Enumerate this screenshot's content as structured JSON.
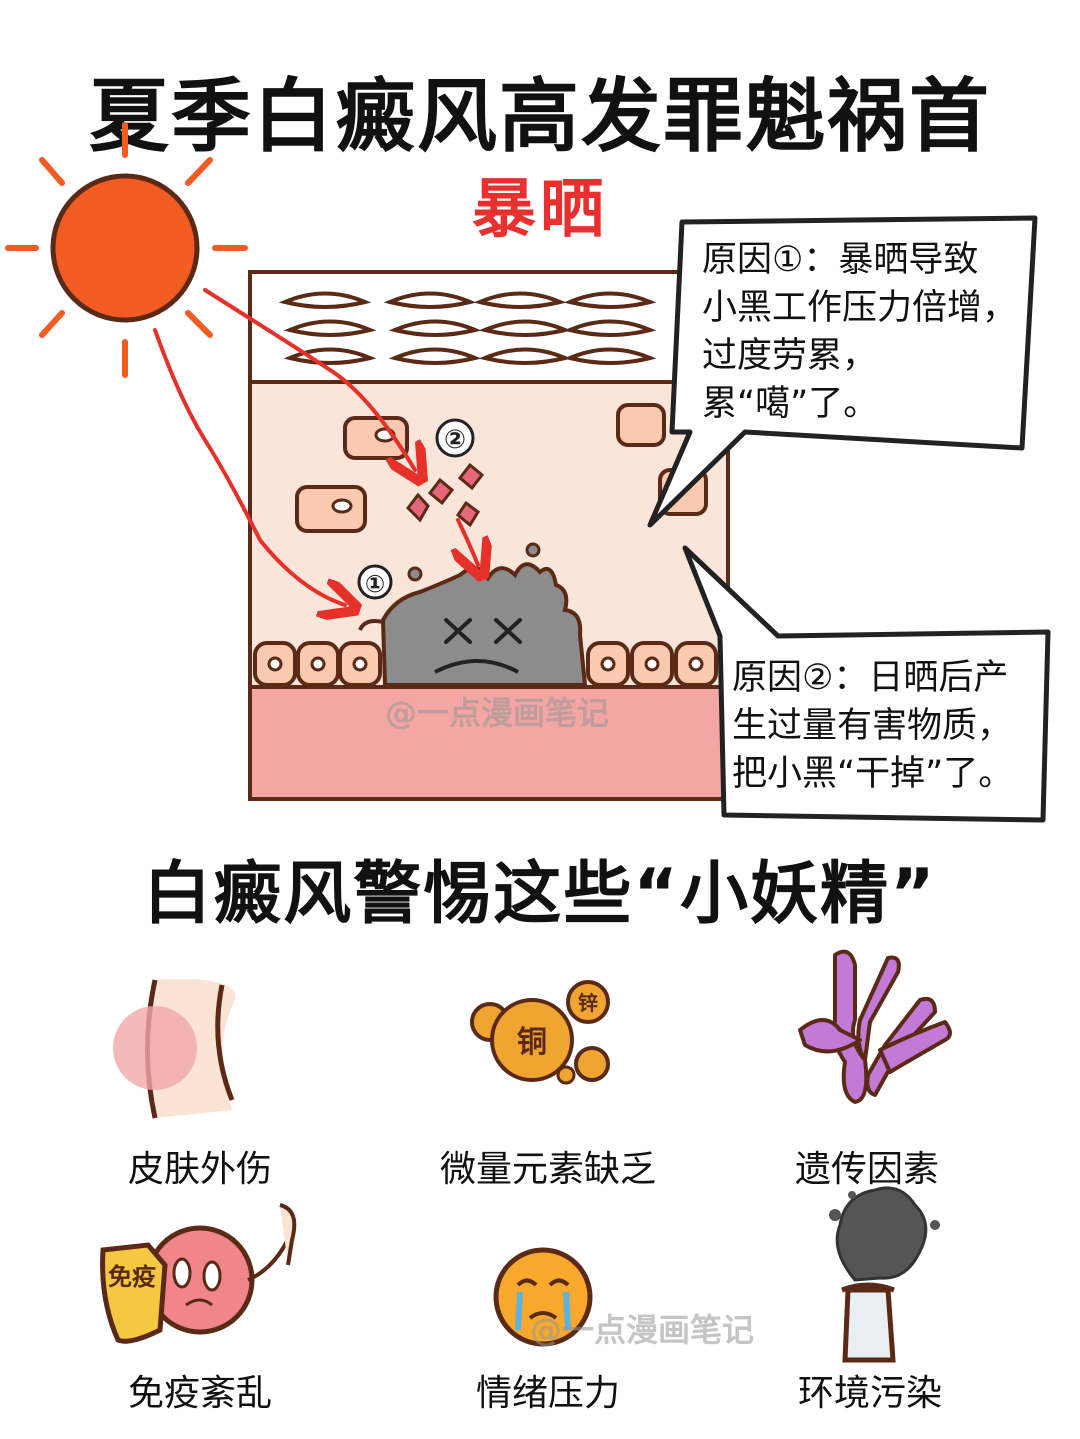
{
  "header": {
    "title": "夏季白癜风高发罪魁祸首",
    "subtitle": "暴晒"
  },
  "diagram": {
    "marker_1": "①",
    "marker_2": "②",
    "bubble_1": [
      "原因①：暴晒导致",
      "小黑工作压力倍增，",
      "过度劳累，",
      "累“噶”了。"
    ],
    "bubble_2": [
      "原因②：日晒后产",
      "生过量有害物质，",
      "把小黑“干掉”了。"
    ],
    "watermark": "@一点漫画笔记"
  },
  "section": {
    "title": "白癜风警惕这些“小妖精”"
  },
  "causes": [
    {
      "label": "皮肤外伤",
      "icon": "skin-wound-icon"
    },
    {
      "label": "微量元素缺乏",
      "icon": "trace-elements-icon",
      "badge_1": "铜",
      "badge_2": "锌"
    },
    {
      "label": "遗传因素",
      "icon": "chromosome-icon"
    },
    {
      "label": "免疫紊乱",
      "icon": "immune-shield-icon",
      "badge": "免疫"
    },
    {
      "label": "情绪压力",
      "icon": "crying-face-icon"
    },
    {
      "label": "环境污染",
      "icon": "smokestack-icon"
    }
  ],
  "footer": {
    "watermark": "@一点漫画笔记"
  },
  "colors": {
    "title_red": "#e8302f",
    "sun": "#f25c22",
    "arrow": "#e6312a",
    "skin_upper": "#fae5da",
    "skin_lower": "#f4a6a4",
    "melanocyte": "#8c8c8c",
    "outline": "#5a2a16"
  }
}
